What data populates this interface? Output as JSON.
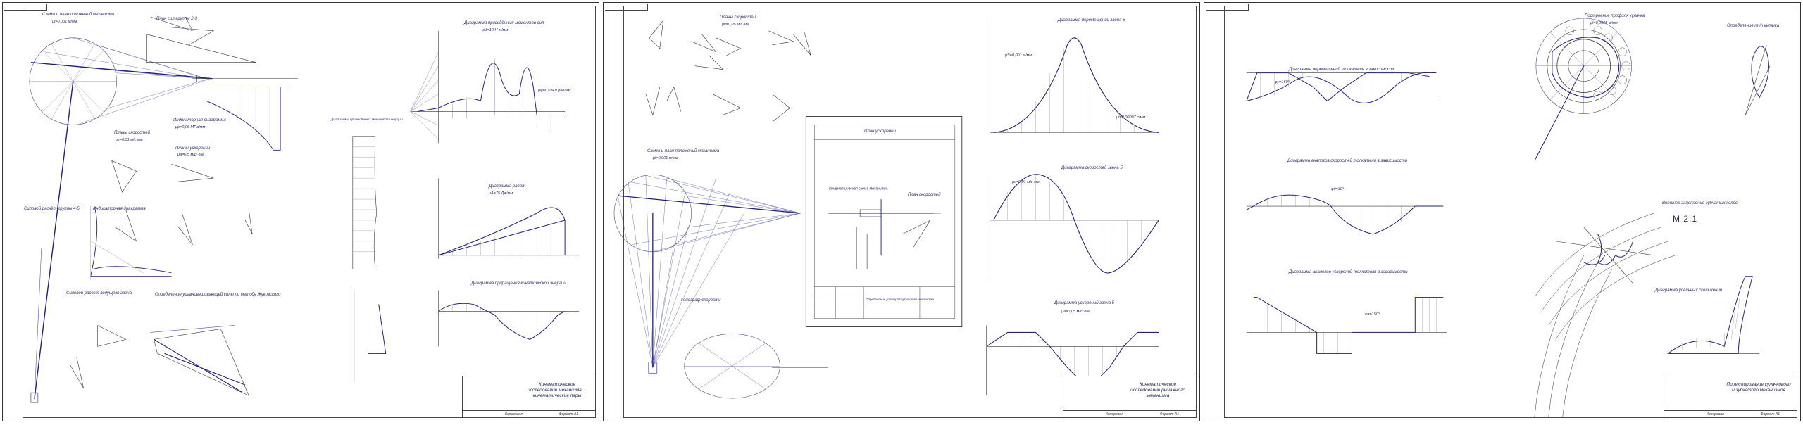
{
  "sheets": [
    {
      "title_block": {
        "title": "Кинематическое исследование механизма ... кинематические пары",
        "sign": "Копировал",
        "format": "Формат A1"
      },
      "labels": {
        "kinematic_scheme": "Схема и план положений механизма",
        "scale_scheme": "μl=0,001 м/мм",
        "velocity_plans": "Планы скоростей",
        "velocity_scale": "μv=0,01 м/с·мм",
        "indicator_diagram": "Индикаторная диаграмма",
        "indicator_scale": "μp=0,05 МПа/мм",
        "acc_plans": "Планы ускорений",
        "acc_scale": "μa=0,5 м/с²·мм",
        "force_plan": "План сил группы 2-3",
        "lever": "Определение уравновешивающей силы по методу Жуковского",
        "moment_diagram": "Диаграмма приведённых моментов сил",
        "moment_scale": "μM=10 Н·м/мм",
        "work_diagram": "Диаграмма работ",
        "work_scale": "μA=75 Дж/мм",
        "energy_diagram": "Диаграмма приращения кинетической энергии",
        "inertia_diagram": "Диаграмма приведённых моментов инерции",
        "group_45": "Силовой расчёт группы 4-5",
        "lead_link": "Силовой расчёт ведущего звена",
        "phi_scale": "μφ=0,0349 рад/мм"
      }
    },
    {
      "title_block": {
        "title": "Кинематическое исследование рычажного механизма",
        "sign": "Копировал",
        "format": "Формат A1"
      },
      "labels": {
        "velocity_plans": "Планы скоростей",
        "velocity_scale": "μv=0,05 м/с·мм",
        "kinematic_scheme": "Схема и план положений механизма",
        "scheme_scale": "μl=0,001 м/мм",
        "inset_title": "План ускорений",
        "inset_kin": "Кинематическая схема механизма",
        "inset_vel": "План скоростей",
        "inset_table": "Определение размеров зубчатого механизма",
        "displacement": "Диаграмма перемещений звена 5",
        "displacement_scale": "μS=0,001 м/мм",
        "speed": "Диаграмма скоростей звена 5",
        "speed_scale": "μv=0,01 м/с·мм",
        "accel": "Диаграмма ускорений звена 5",
        "accel_scale": "μa=0,05 м/с²·мм",
        "ellipse": "Годограф скорости",
        "time_scale": "μt=0,00097 с/мм"
      }
    },
    {
      "title_block": {
        "title": "Проектирование кулачкового и зубчатого механизмов",
        "sign": "Копировал",
        "format": "Формат A1"
      },
      "labels": {
        "cam_profile": "Построение профиля кулачка",
        "cam_scale": "μl=0,0005 м/мм",
        "min_radius": "Определение rmin кулачка",
        "displacement": "Диаграмма перемещений толкателя в зависимости",
        "speed": "Диаграмма аналогов скоростей толкателя в зависимости",
        "accel": "Диаграмма аналогов ускорений толкателя в зависимости",
        "gear_scale_label": "Внешнее зацепление зубчатых колёс",
        "gear_scale": "М 2:1",
        "gear_profile": "Диаграмма удельных скольжений",
        "phi_u": "φy=150°",
        "phi_d": "φд=30°",
        "phi_v": "φв=150°"
      }
    }
  ]
}
